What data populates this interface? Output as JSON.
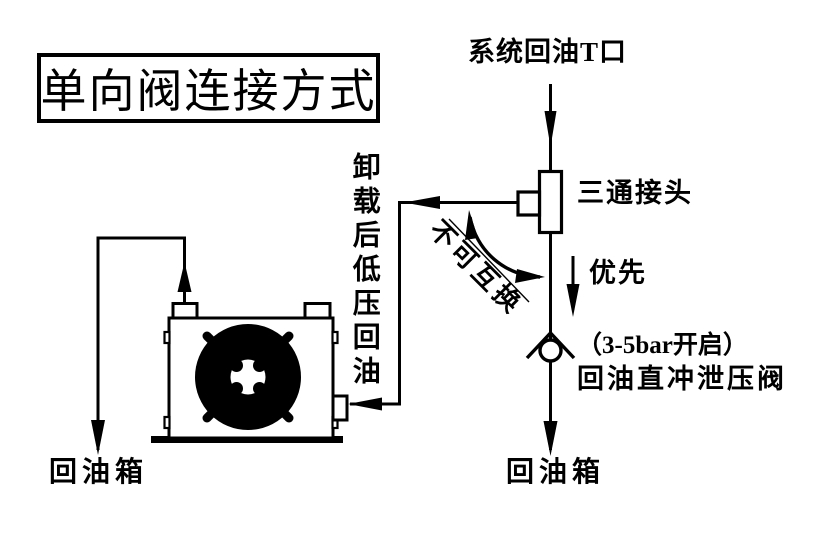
{
  "title": "单向阀连接方式",
  "labels": {
    "system_return_port": "系统回油T口",
    "tee_joint": "三通接头",
    "unload_low_pressure_return": "卸载后低压回油",
    "not_interchangeable": "不可互换",
    "priority": "优先",
    "relief_valve_spec": "（3-5bar开启）",
    "relief_valve_name": "回油直冲泄压阀",
    "tank_left": "回油箱",
    "tank_right": "回油箱"
  },
  "colors": {
    "line": "#000000",
    "background": "#ffffff"
  }
}
